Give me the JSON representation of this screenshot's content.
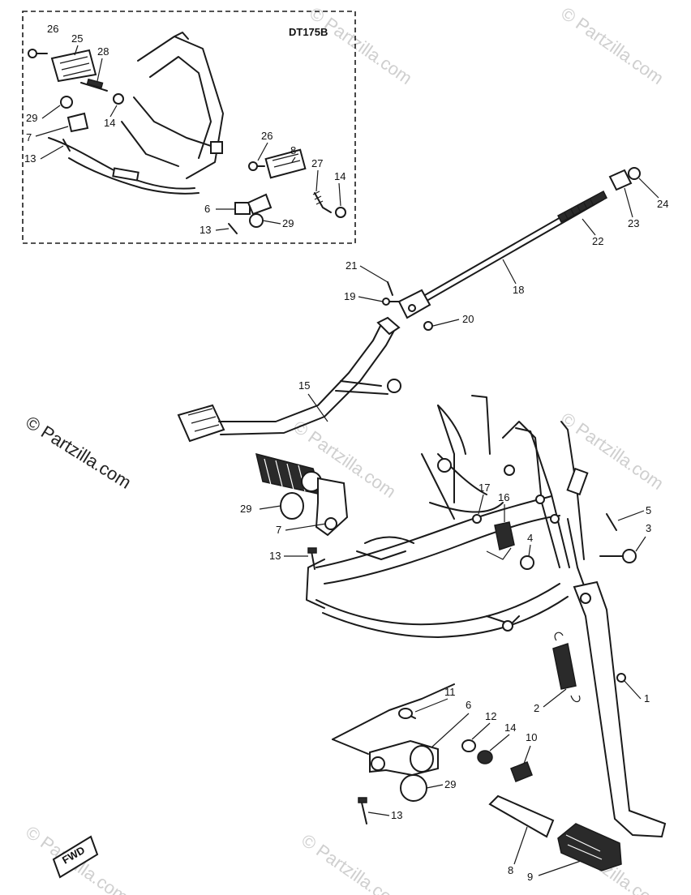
{
  "inset_title": "DT175B",
  "watermark_main": "© Partzilla.com",
  "watermark_faint": "© Partzilla.com",
  "fwd_label": "FWD",
  "callouts": {
    "c1": "1",
    "c2": "2",
    "c3": "3",
    "c4": "4",
    "c5": "5",
    "c6": "6",
    "c6b": "6",
    "c7": "7",
    "c7b": "7",
    "c8": "8",
    "c8b": "8",
    "c9": "9",
    "c10": "10",
    "c11": "11",
    "c12": "12",
    "c13": "13",
    "c13b": "13",
    "c13c": "13",
    "c13d": "13",
    "c14": "14",
    "c14b": "14",
    "c14c": "14",
    "c15": "15",
    "c16": "16",
    "c17": "17",
    "c18": "18",
    "c19": "19",
    "c20": "20",
    "c21": "21",
    "c22": "22",
    "c23": "23",
    "c24": "24",
    "c25": "25",
    "c26": "26",
    "c26b": "26",
    "c27": "27",
    "c28": "28",
    "c29": "29",
    "c29b": "29",
    "c29c": "29",
    "c29d": "29"
  }
}
